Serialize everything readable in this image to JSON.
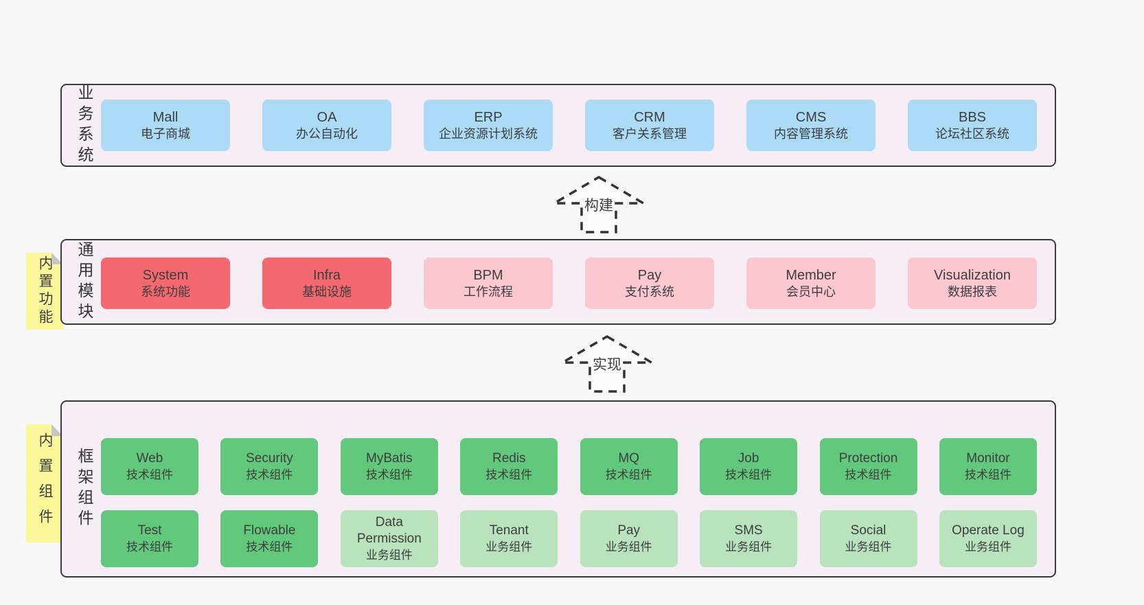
{
  "palette": {
    "page_bg": "#f8f8f8",
    "band_bg": "#f7edf6",
    "band_border": "#3a3a3a",
    "blue_box": "#abdbf7",
    "red_box": "#f4696f",
    "pink_box": "#fbc8d0",
    "green_box": "#62c87c",
    "light_green_box": "#b9e3bd",
    "sticky_tab_yellow": "#fbf899",
    "fold_gray": "#c6c6c8",
    "text": "#3d3d3d"
  },
  "arrows": [
    {
      "label": "构建"
    },
    {
      "label": "实现"
    }
  ],
  "bands": [
    {
      "label": "业务系统",
      "boxes": [
        {
          "name": "Mall",
          "subtitle": "电子商城"
        },
        {
          "name": "OA",
          "subtitle": "办公自动化"
        },
        {
          "name": "ERP",
          "subtitle": "企业资源计划系统"
        },
        {
          "name": "CRM",
          "subtitle": "客户关系管理"
        },
        {
          "name": "CMS",
          "subtitle": "内容管理系统"
        },
        {
          "name": "BBS",
          "subtitle": "论坛社区系统"
        }
      ]
    },
    {
      "label": "通用模块",
      "tab": "内置功能",
      "boxes": [
        {
          "name": "System",
          "subtitle": "系统功能"
        },
        {
          "name": "Infra",
          "subtitle": "基础设施"
        },
        {
          "name": "BPM",
          "subtitle": "工作流程"
        },
        {
          "name": "Pay",
          "subtitle": "支付系统"
        },
        {
          "name": "Member",
          "subtitle": "会员中心"
        },
        {
          "name": "Visualization",
          "subtitle": "数据报表"
        }
      ]
    },
    {
      "label": "框架组件",
      "tab": "内置组件",
      "boxes": [
        {
          "name": "Web",
          "subtitle": "技术组件"
        },
        {
          "name": "Security",
          "subtitle": "技术组件"
        },
        {
          "name": "MyBatis",
          "subtitle": "技术组件"
        },
        {
          "name": "Redis",
          "subtitle": "技术组件"
        },
        {
          "name": "MQ",
          "subtitle": "技术组件"
        },
        {
          "name": "Job",
          "subtitle": "技术组件"
        },
        {
          "name": "Protection",
          "subtitle": "技术组件"
        },
        {
          "name": "Monitor",
          "subtitle": "技术组件"
        },
        {
          "name": "Test",
          "subtitle": "技术组件"
        },
        {
          "name": "Flowable",
          "subtitle": "技术组件"
        },
        {
          "name": "Data Permission",
          "subtitle": "业务组件"
        },
        {
          "name": "Tenant",
          "subtitle": "业务组件"
        },
        {
          "name": "Pay",
          "subtitle": "业务组件"
        },
        {
          "name": "SMS",
          "subtitle": "业务组件"
        },
        {
          "name": "Social",
          "subtitle": "业务组件"
        },
        {
          "name": "Operate Log",
          "subtitle": "业务组件"
        }
      ]
    }
  ]
}
